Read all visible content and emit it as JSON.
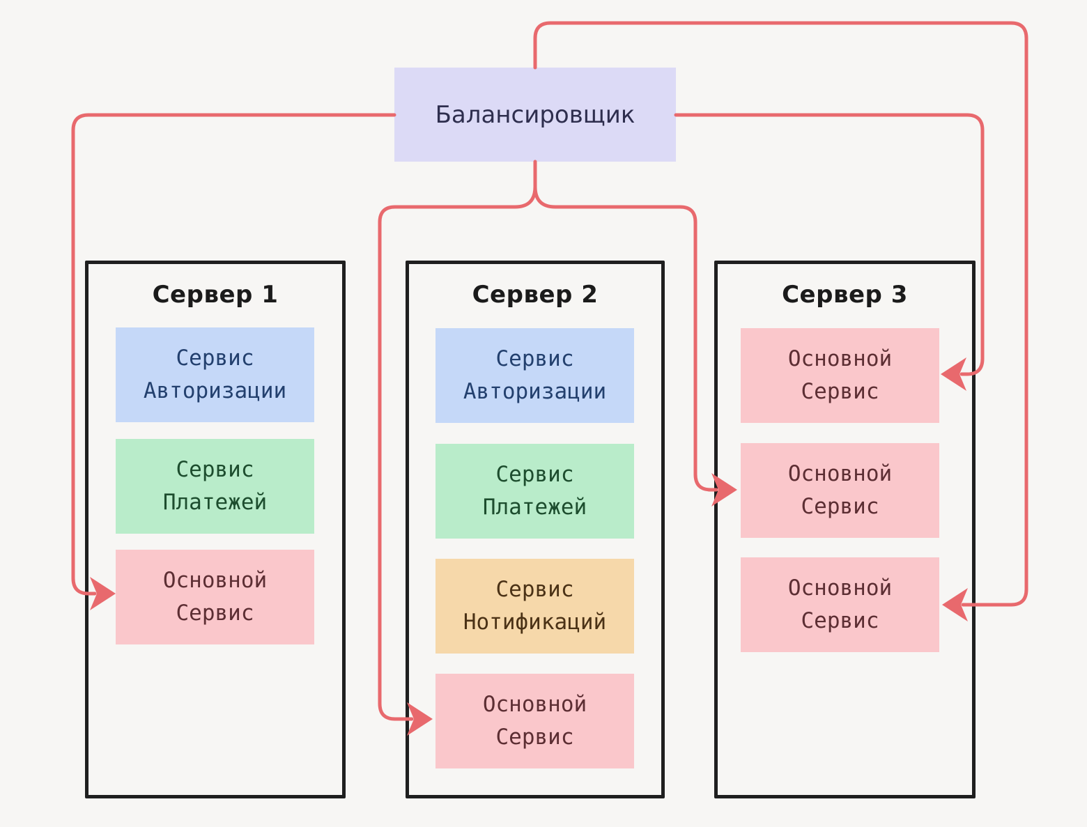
{
  "balancer": {
    "label": "Балансировщик"
  },
  "servers": [
    {
      "title": "Сервер 1",
      "services": [
        {
          "label": "Сервис Авторизации",
          "type": "auth"
        },
        {
          "label": "Сервис Платежей",
          "type": "payments"
        },
        {
          "label": "Основной Сервис",
          "type": "main"
        }
      ]
    },
    {
      "title": "Сервер 2",
      "services": [
        {
          "label": "Сервис Авторизации",
          "type": "auth"
        },
        {
          "label": "Сервис Платежей",
          "type": "payments"
        },
        {
          "label": "Сервис Нотификаций",
          "type": "notifications"
        },
        {
          "label": "Основной Сервис",
          "type": "main"
        }
      ]
    },
    {
      "title": "Сервер 3",
      "services": [
        {
          "label": "Основной Сервис",
          "type": "main"
        },
        {
          "label": "Основной Сервис",
          "type": "main"
        },
        {
          "label": "Основной Сервис",
          "type": "main"
        }
      ]
    }
  ],
  "colors": {
    "background": "#f7f6f4",
    "connector": "#e8696d",
    "frame-border": "#1f1f1f",
    "title-text": "#1b1b1b",
    "balancer-bg": "#dcdaf6",
    "balancer-text": "#2e2e4e",
    "auth-bg": "#c5d8f8",
    "auth-text": "#23406e",
    "payments-bg": "#b9ecca",
    "payments-text": "#1d4d2e",
    "notifications-bg": "#f6d8aa",
    "notifications-text": "#4b3216",
    "main-bg": "#fac7cb",
    "main-text": "#5c2e33"
  }
}
